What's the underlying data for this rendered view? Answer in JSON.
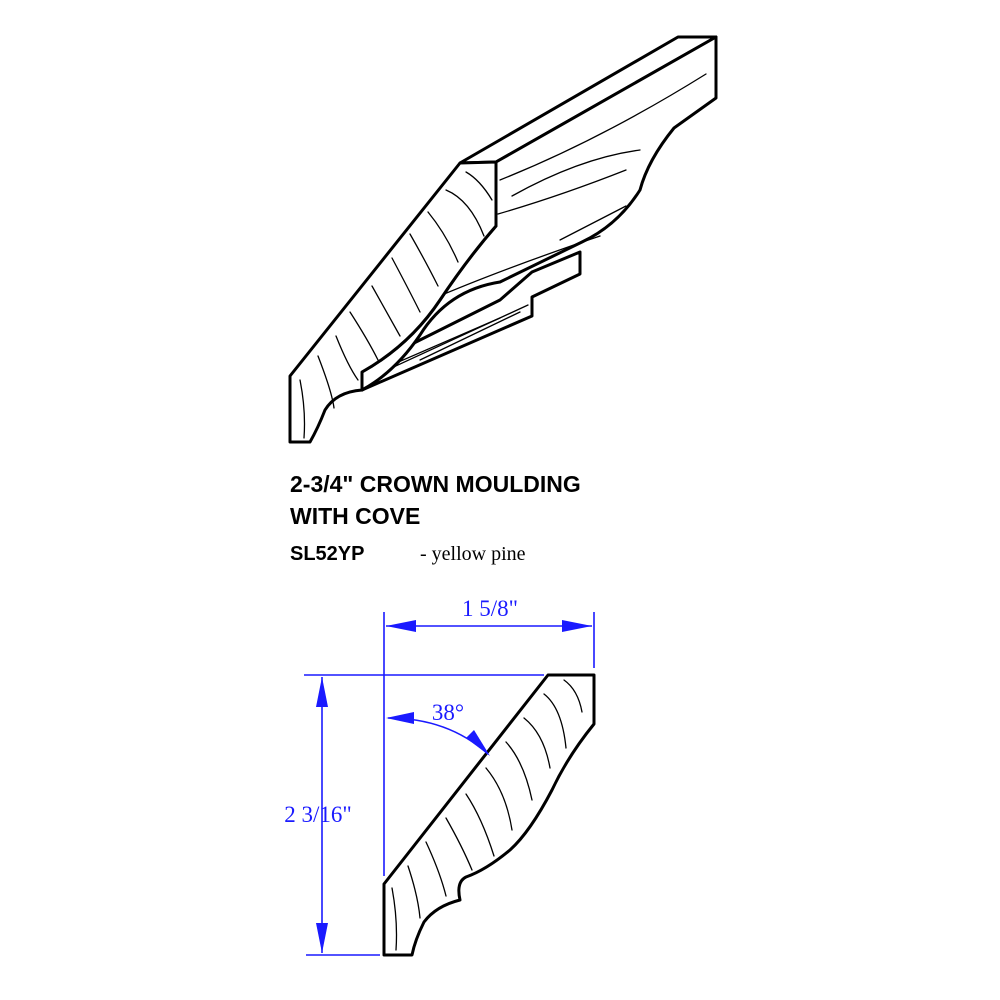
{
  "product": {
    "title_line1": "2-3/4\" CROWN MOULDING",
    "title_line2": "WITH COVE",
    "code": "SL52YP",
    "species": "- yellow pine"
  },
  "dimensions": {
    "width": "1 5/8\"",
    "height": "2 3/16\"",
    "angle": "38°"
  },
  "colors": {
    "line": "#000000",
    "dimension": "#1a1aff",
    "background": "#ffffff"
  }
}
